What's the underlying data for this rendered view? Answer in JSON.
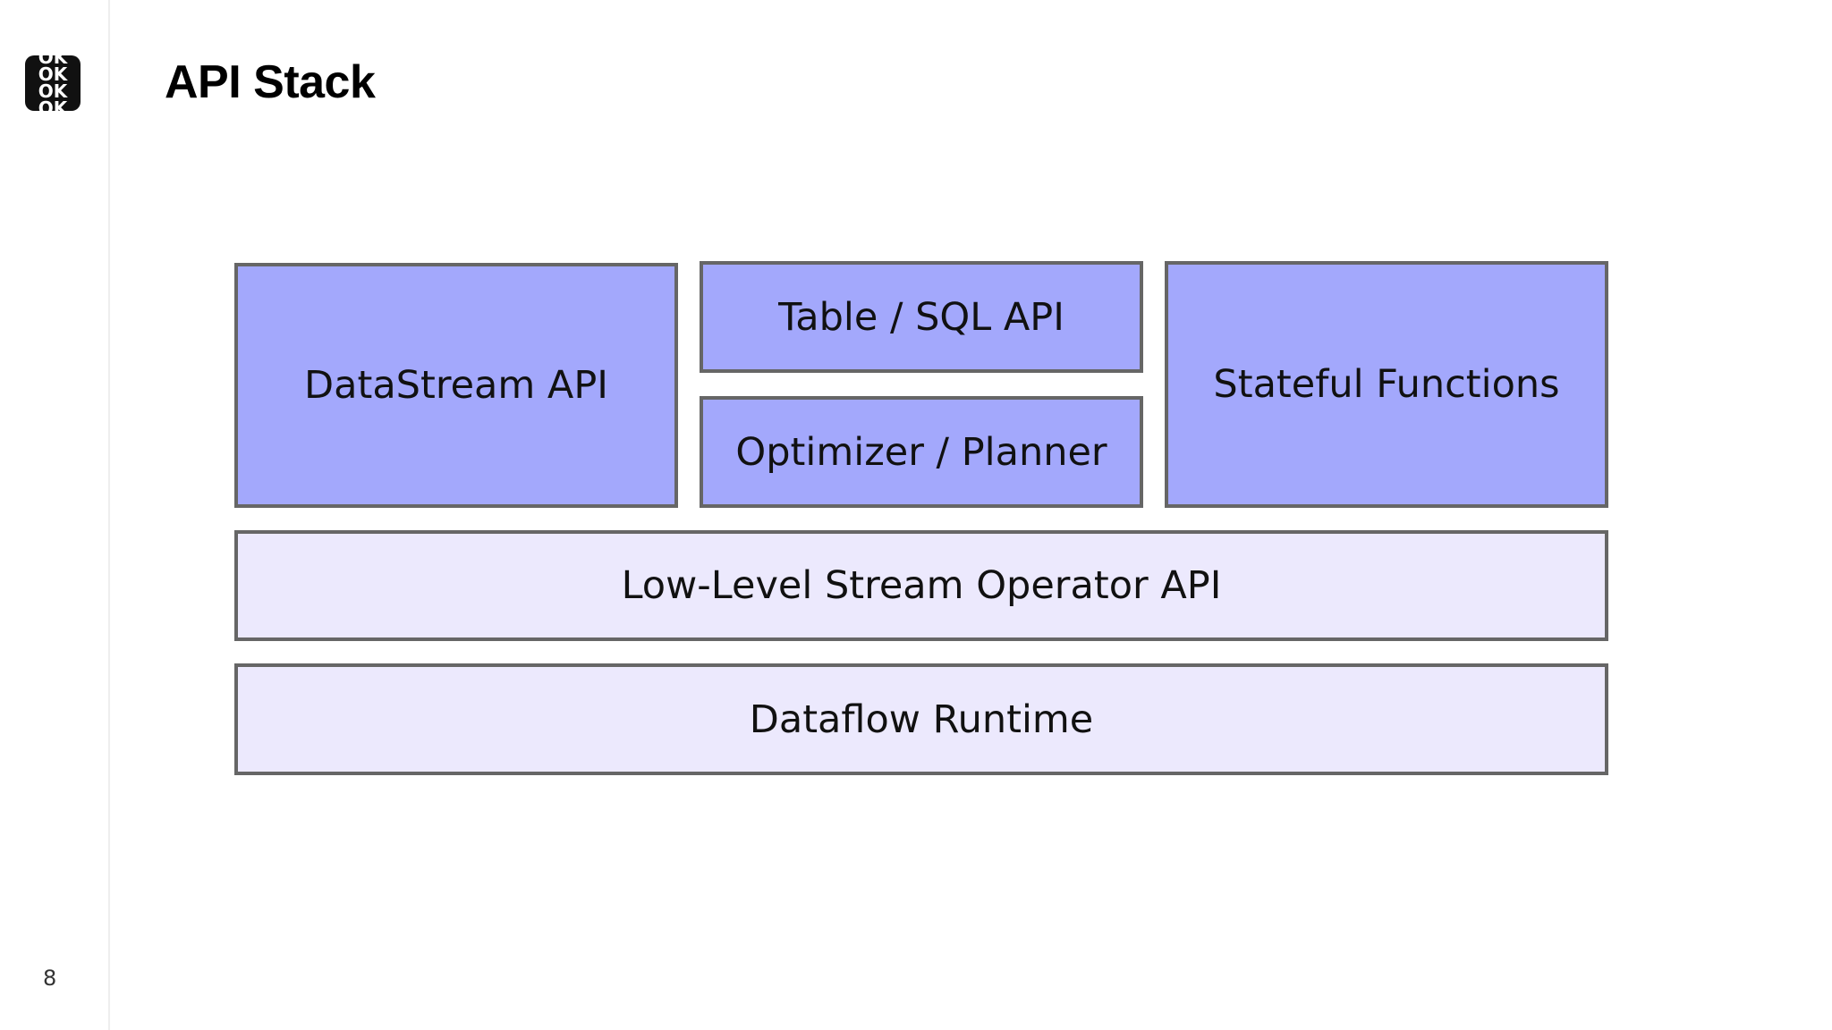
{
  "logo": {
    "lines": [
      "OK",
      "OK",
      "OK",
      "OK"
    ]
  },
  "slide": {
    "title": "API Stack",
    "page_number": "8"
  },
  "diagram": {
    "blocks": {
      "datastream": "DataStream API",
      "table_sql": "Table / SQL API",
      "optimizer": "Optimizer / Planner",
      "stateful": "Stateful Functions",
      "low_level": "Low-Level Stream Operator API",
      "runtime": "Dataflow Runtime"
    }
  },
  "colors": {
    "upper_layer": "#a3a8fc",
    "lower_layer": "#ece9fd",
    "border": "#666666"
  }
}
